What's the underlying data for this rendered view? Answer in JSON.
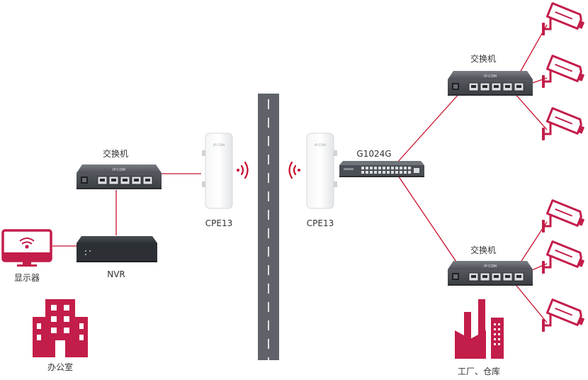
{
  "labels": {
    "switch_left": "交换机",
    "nvr": "NVR",
    "monitor": "显示器",
    "office": "办公室",
    "cpe_left": "CPE13",
    "cpe_right": "CPE13",
    "g1024g": "G1024G",
    "switch_top_right": "交换机",
    "switch_bottom_right": "交换机",
    "factory": "工厂、仓库"
  },
  "brand": {
    "switch_logo": "IP-COM",
    "cpe_logo": "IP-COM"
  },
  "icons": {
    "camera": "cctv-camera-icon",
    "wifi": "wifi-icon",
    "signal": "wireless-signal-icon",
    "building": "office-building-icon",
    "factory": "factory-icon"
  },
  "colors": {
    "link": "#c8102e",
    "accent": "#c31d4a",
    "road": "#5f6369",
    "device_dark": "#3a3d42",
    "device_body": "#5a5e64"
  }
}
